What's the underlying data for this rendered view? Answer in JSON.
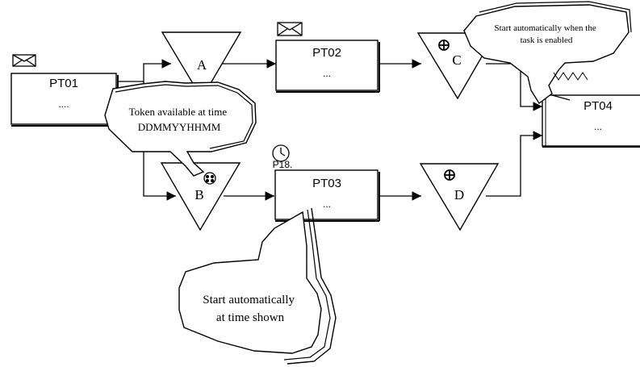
{
  "tasks": {
    "pt01": {
      "name": "PT01",
      "sub": "...."
    },
    "pt02": {
      "name": "PT02",
      "sub": "..."
    },
    "pt03": {
      "name": "PT03",
      "sub": "..."
    },
    "pt04": {
      "name": "PT04",
      "sub": "..."
    }
  },
  "transitions": {
    "a": "A",
    "b": "B",
    "c": "C",
    "d": "D"
  },
  "timer_label": "P18.",
  "callouts": {
    "token": [
      "Token available at time",
      "DDMMYYHHMM"
    ],
    "auto_enabled": [
      "Start automatically when the",
      "task is enabled"
    ],
    "auto_time": [
      "Start automatically",
      "at time shown"
    ]
  },
  "colors": {
    "stroke": "#000000",
    "fill": "#ffffff"
  }
}
